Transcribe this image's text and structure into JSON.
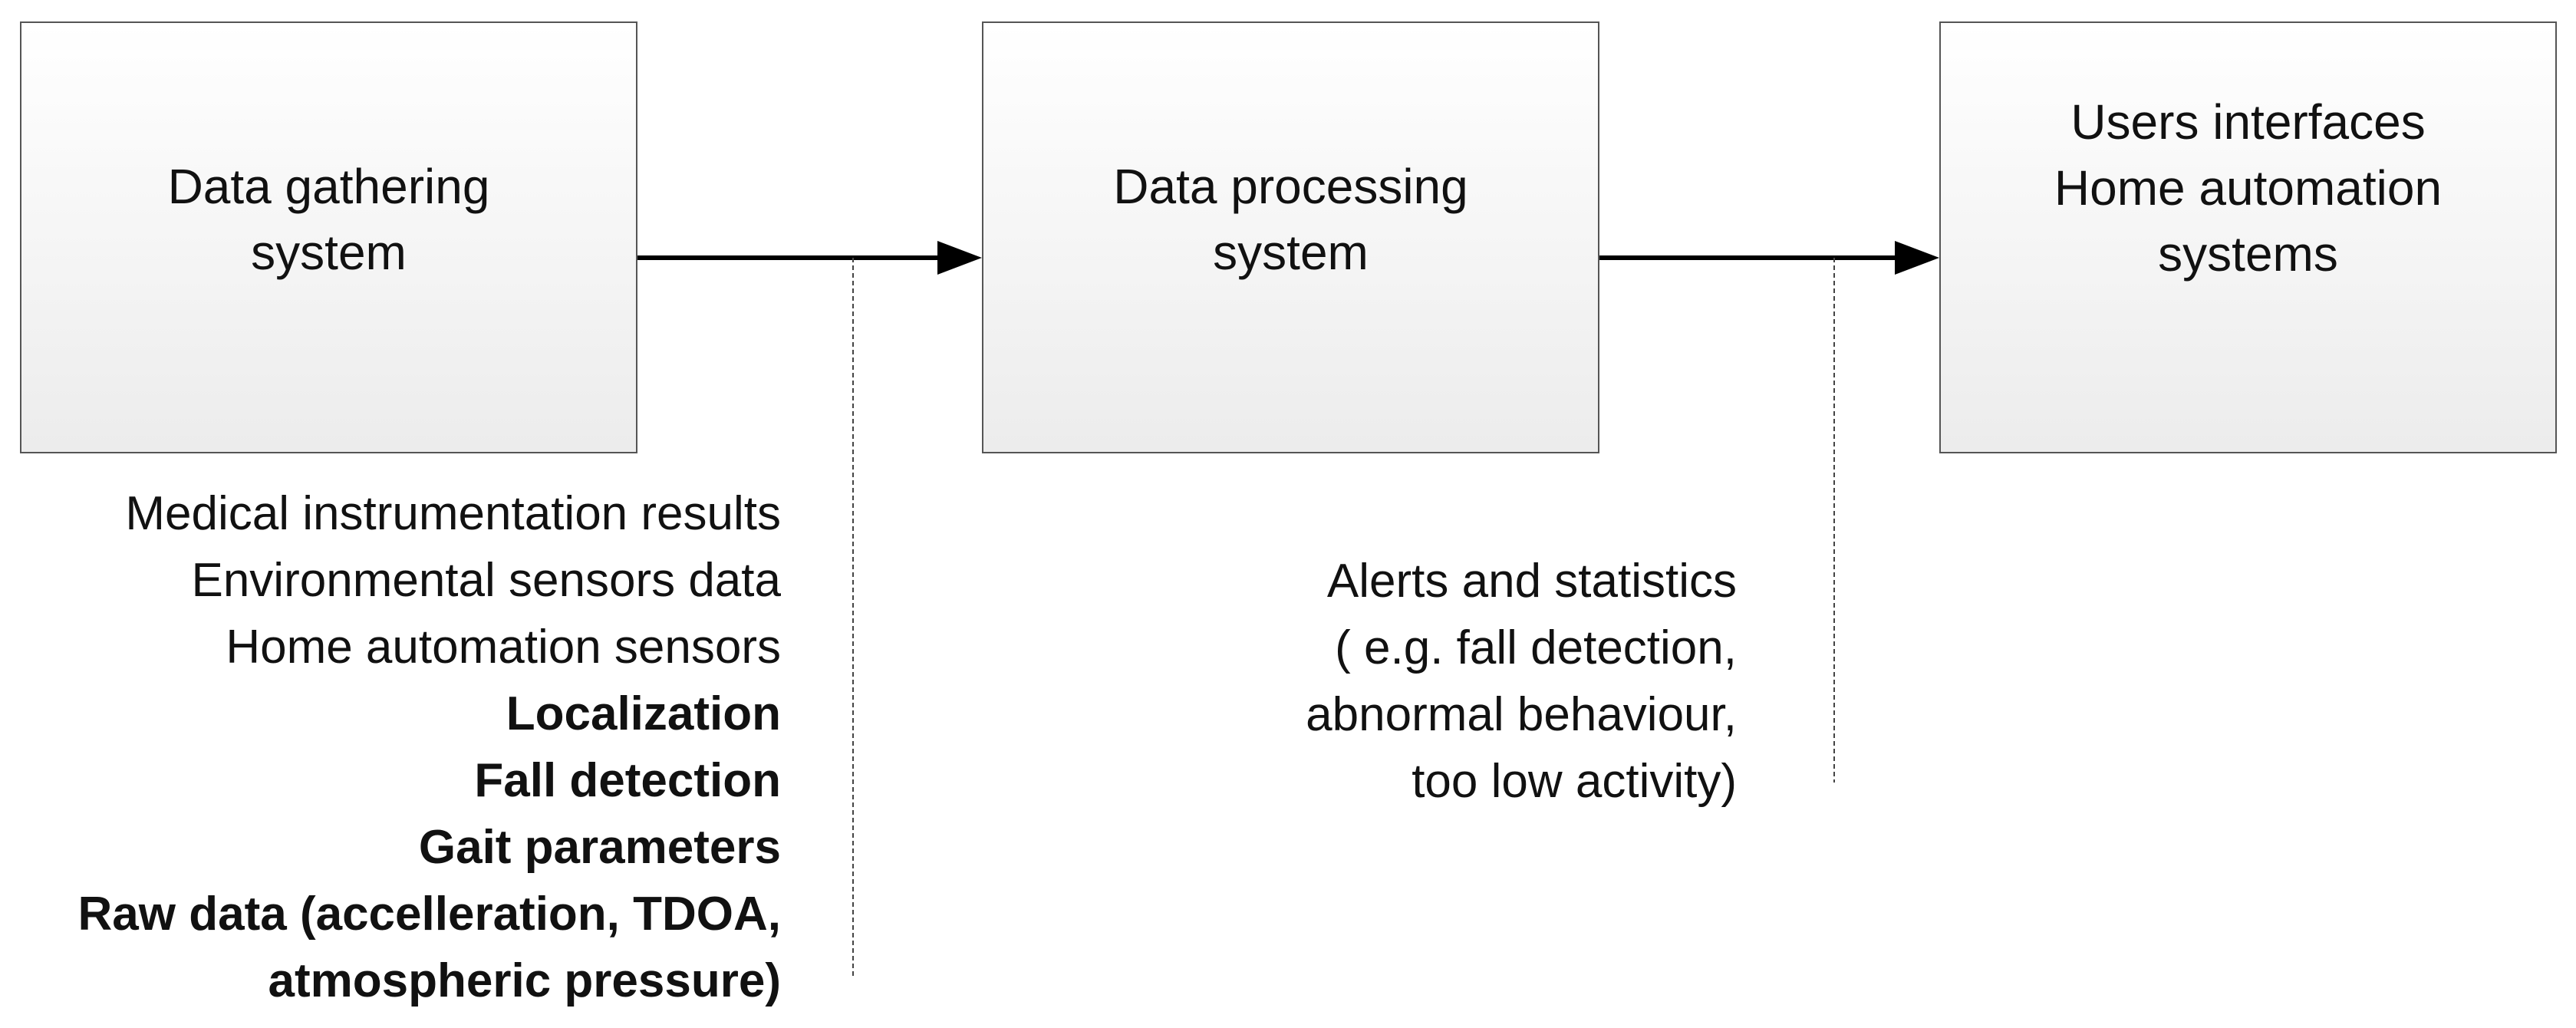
{
  "boxes": [
    {
      "label": "Data gathering\nsystem"
    },
    {
      "label": "Data processing\nsystem"
    },
    {
      "label": "Users interfaces\nHome automation\nsystems"
    }
  ],
  "annotation_1": {
    "lines": [
      "Medical instrumentation results",
      "Environmental sensors data",
      "Home automation sensors"
    ],
    "bold_lines": [
      "Localization",
      "Fall detection",
      "Gait parameters",
      "Raw data (accelleration, TDOA,",
      "atmospheric pressure)"
    ]
  },
  "annotation_2": {
    "lines": [
      "Alerts and statistics",
      "( e.g.  fall detection,",
      "abnormal behaviour,",
      "too low activity)"
    ]
  },
  "colors": {
    "border": "#555555",
    "line": "#000000",
    "box_gradient_end": "#ececec"
  }
}
